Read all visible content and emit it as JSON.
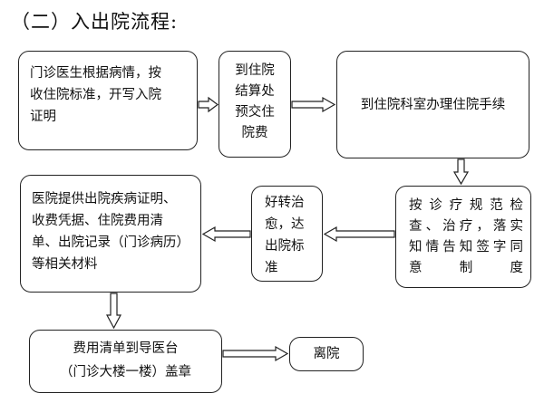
{
  "title": "（二）入出院流程:",
  "steps": [
    {
      "lines": [
        "门诊医生根据病情，按",
        "收住院标准，开写入院",
        "证明"
      ]
    },
    {
      "lines": [
        "到住院",
        "结算处",
        "预交住",
        "院费"
      ]
    },
    {
      "lines": [
        "到住院科室办理住院手续"
      ]
    },
    {
      "lines": [
        "按诊疗规范检",
        "查、治疗，落实",
        "知情告知签字同",
        "意制度"
      ]
    },
    {
      "lines": [
        "好转治",
        "愈，达",
        "出院标",
        "准"
      ]
    },
    {
      "lines": [
        "医院提供出院疾病证明、",
        "收费凭据、住院费用清",
        "单、出院记录（门诊病历）",
        "等相关材料"
      ]
    },
    {
      "lines": [
        "费用清单到导医台",
        "（门诊大楼一楼）盖章"
      ]
    },
    {
      "lines": [
        "离院"
      ]
    }
  ]
}
